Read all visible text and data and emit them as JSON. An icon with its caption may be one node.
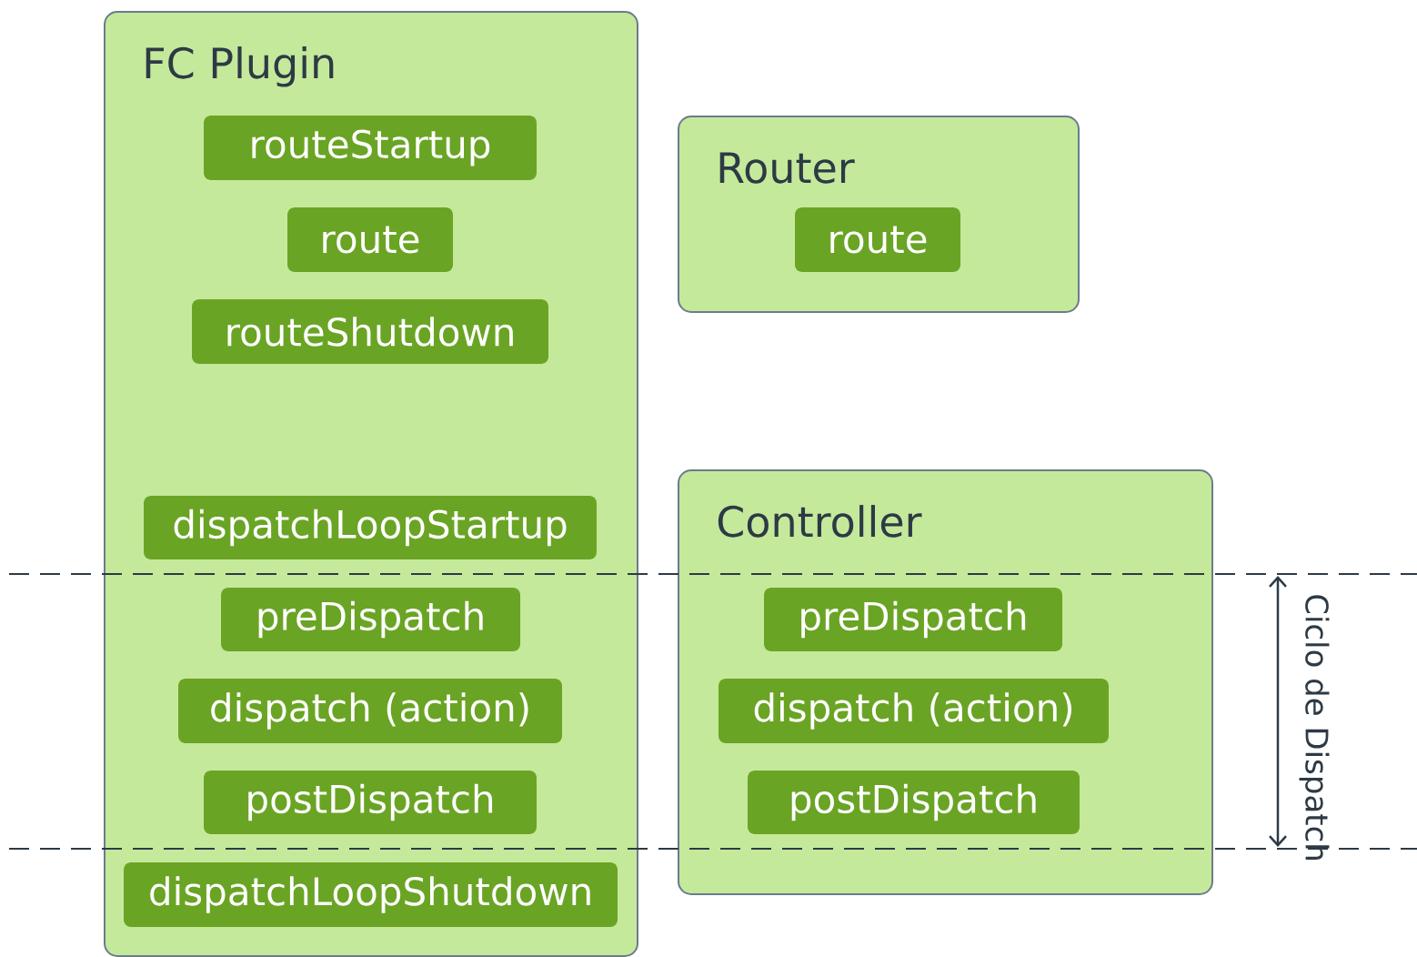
{
  "diagram": {
    "nodes": [
      {
        "text": [
          "FC Plugin"
        ]
      },
      {
        "text": [
          "routeStartup"
        ],
        "in": 0
      },
      {
        "text": [
          "route"
        ],
        "in": 0
      },
      {
        "text": [
          "routeShutdown"
        ],
        "in": 0
      },
      {
        "text": [
          "dispatchLoopStartup"
        ],
        "in": 0
      },
      {
        "text": [
          "preDispatch"
        ],
        "in": 0
      },
      {
        "text": [
          "dispatch (action)"
        ],
        "in": 0
      },
      {
        "text": [
          "postDispatch"
        ],
        "in": 0
      },
      {
        "text": [
          "dispatchLoopShutdown"
        ],
        "in": 0
      },
      {
        "text": [
          "Router"
        ]
      },
      {
        "text": [
          "route"
        ],
        "in": 9
      },
      {
        "text": [
          "Controller"
        ]
      },
      {
        "text": [
          "preDispatch"
        ],
        "in": 11
      },
      {
        "text": [
          "dispatch (action)"
        ],
        "in": 11
      },
      {
        "text": [
          "postDispatch"
        ],
        "in": 11
      }
    ],
    "edges": [],
    "labels": [
      "Ciclo de Dispatch"
    ]
  }
}
